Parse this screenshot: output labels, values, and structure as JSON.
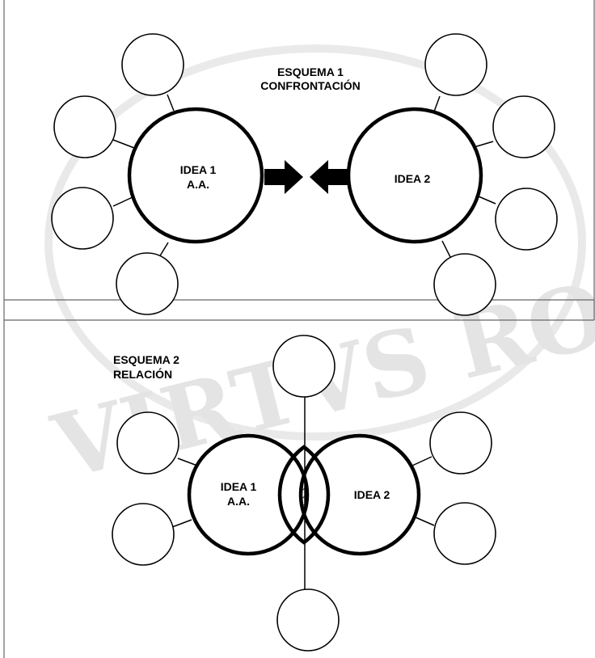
{
  "colors": {
    "stroke": "#000000",
    "background": "#ffffff",
    "watermark": "#cfcfcf"
  },
  "schema1": {
    "title_line1": "ESQUEMA 1",
    "title_line2": "CONFRONTACIÓN",
    "idea1_line1": "IDEA 1",
    "idea1_line2": "A.A.",
    "idea2": "IDEA 2"
  },
  "schema2": {
    "title_line1": "ESQUEMA 2",
    "title_line2": "RELACIÓN",
    "idea1_line1": "IDEA 1",
    "idea1_line2": "A.A.",
    "idea2": "IDEA 2"
  },
  "watermark": {
    "text": "VIRTVS ROBVRTE"
  }
}
